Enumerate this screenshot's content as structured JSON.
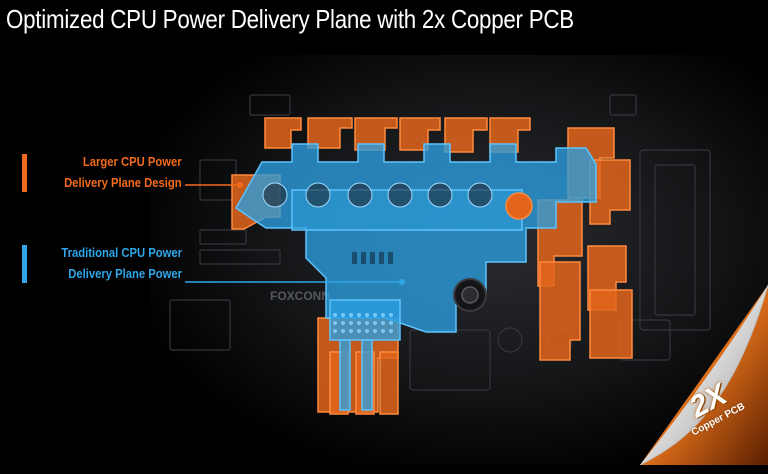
{
  "title": "Optimized CPU Power Delivery Plane with 2x Copper PCB",
  "legend": {
    "larger": {
      "line1": "Larger CPU Power",
      "line2": "Delivery Plane Design"
    },
    "traditional": {
      "line1": "Traditional CPU Power",
      "line2": "Delivery Plane Power"
    }
  },
  "badge": {
    "big": "2X",
    "small": "Copper PCB"
  },
  "board_text": {
    "chip": "FOXCONN"
  },
  "colors": {
    "orange": "#f26b1d",
    "blue": "#2fa6e8",
    "background": "#000000"
  }
}
